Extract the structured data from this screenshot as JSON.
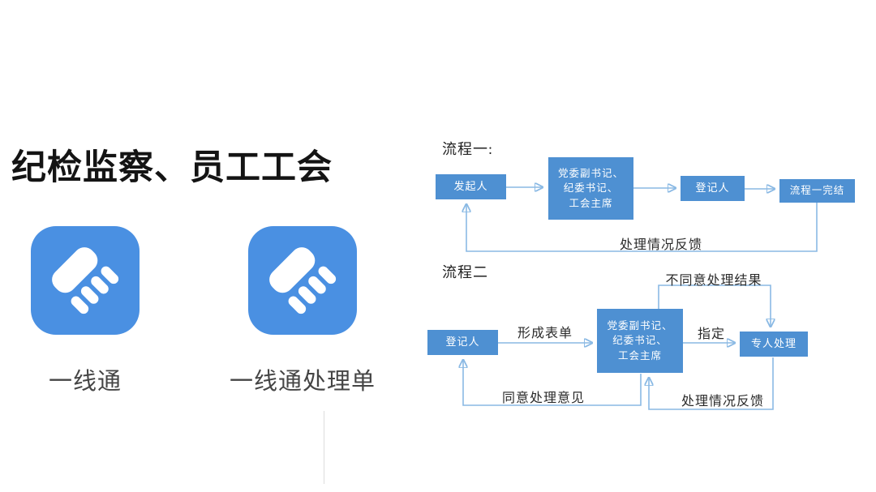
{
  "left_panel": {
    "title": "纪检监察、员工工会",
    "apps": [
      {
        "label": "一线通"
      },
      {
        "label": "一线通处理单"
      }
    ]
  },
  "flowchart": {
    "colors": {
      "box_fill": "#4e90d2",
      "box_text": "#ffffff",
      "line": "#8ab9e4"
    },
    "flow1": {
      "title": "流程一:",
      "initiator": "发起人",
      "committee_lines": [
        "党委副书记、",
        "纪委书记、",
        "工会主席"
      ],
      "registrar": "登记人",
      "complete": "流程一完结",
      "feedback_label": "处理情况反馈"
    },
    "flow2": {
      "title": "流程二",
      "registrar": "登记人",
      "committee_lines": [
        "党委副书记、",
        "纪委书记、",
        "工会主席"
      ],
      "handler": "专人处理",
      "form_label": "形成表单",
      "assign_label": "指定",
      "disagree_label": "不同意处理结果",
      "agree_label": "同意处理意见",
      "feedback_label": "处理情况反馈"
    }
  }
}
